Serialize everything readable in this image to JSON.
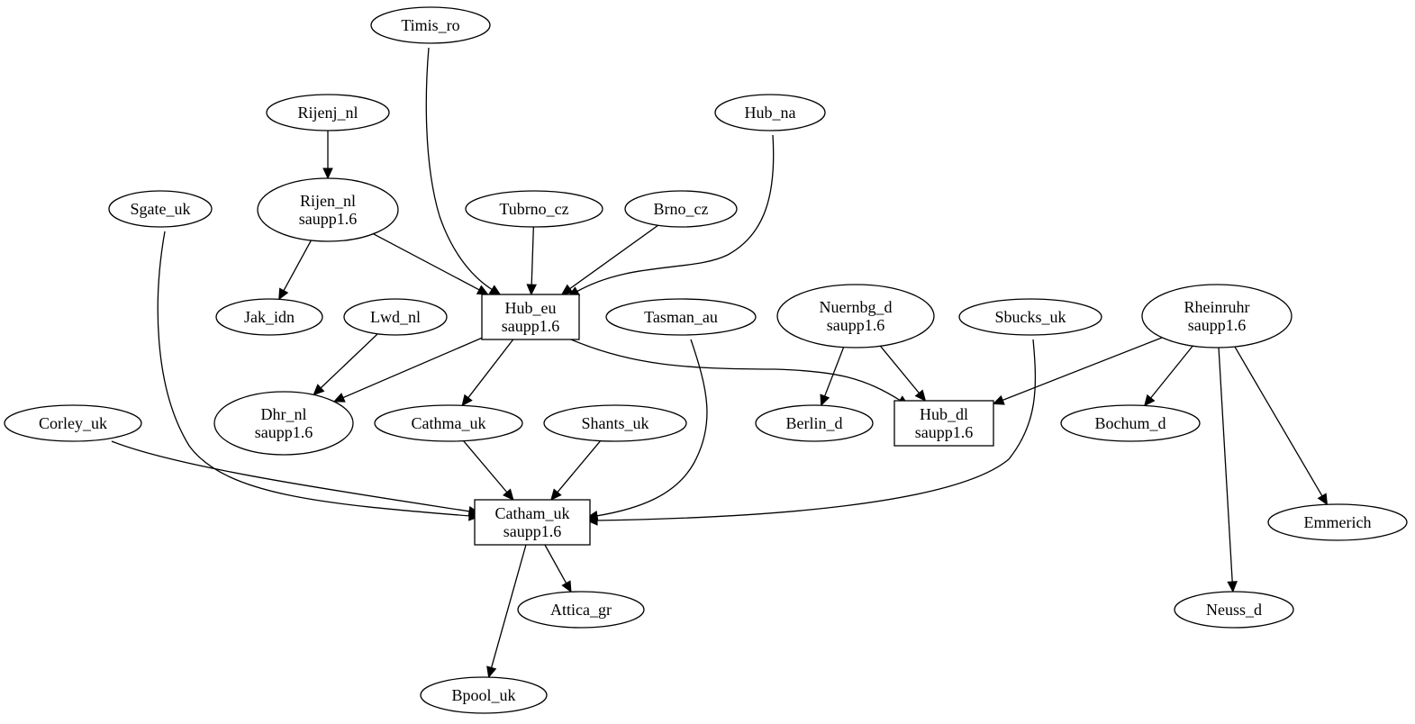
{
  "nodes": {
    "timis_ro": {
      "shape": "ellipse",
      "lines": [
        "Timis_ro"
      ]
    },
    "rijenj_nl": {
      "shape": "ellipse",
      "lines": [
        "Rijenj_nl"
      ]
    },
    "hub_na": {
      "shape": "ellipse",
      "lines": [
        "Hub_na"
      ]
    },
    "sgate_uk": {
      "shape": "ellipse",
      "lines": [
        "Sgate_uk"
      ]
    },
    "rijen_nl": {
      "shape": "ellipse",
      "lines": [
        "Rijen_nl",
        "saupp1.6"
      ]
    },
    "tubrno_cz": {
      "shape": "ellipse",
      "lines": [
        "Tubrno_cz"
      ]
    },
    "brno_cz": {
      "shape": "ellipse",
      "lines": [
        "Brno_cz"
      ]
    },
    "jak_idn": {
      "shape": "ellipse",
      "lines": [
        "Jak_idn"
      ]
    },
    "lwd_nl": {
      "shape": "ellipse",
      "lines": [
        "Lwd_nl"
      ]
    },
    "hub_eu": {
      "shape": "box",
      "lines": [
        "Hub_eu",
        "saupp1.6"
      ]
    },
    "tasman_au": {
      "shape": "ellipse",
      "lines": [
        "Tasman_au"
      ]
    },
    "nuernbg_d": {
      "shape": "ellipse",
      "lines": [
        "Nuernbg_d",
        "saupp1.6"
      ]
    },
    "sbucks_uk": {
      "shape": "ellipse",
      "lines": [
        "Sbucks_uk"
      ]
    },
    "rheinruhr": {
      "shape": "ellipse",
      "lines": [
        "Rheinruhr",
        "saupp1.6"
      ]
    },
    "corley_uk": {
      "shape": "ellipse",
      "lines": [
        "Corley_uk"
      ]
    },
    "dhr_nl": {
      "shape": "ellipse",
      "lines": [
        "Dhr_nl",
        "saupp1.6"
      ]
    },
    "cathma_uk": {
      "shape": "ellipse",
      "lines": [
        "Cathma_uk"
      ]
    },
    "shants_uk": {
      "shape": "ellipse",
      "lines": [
        "Shants_uk"
      ]
    },
    "berlin_d": {
      "shape": "ellipse",
      "lines": [
        "Berlin_d"
      ]
    },
    "hub_dl": {
      "shape": "box",
      "lines": [
        "Hub_dl",
        "saupp1.6"
      ]
    },
    "bochum_d": {
      "shape": "ellipse",
      "lines": [
        "Bochum_d"
      ]
    },
    "catham_uk": {
      "shape": "box",
      "lines": [
        "Catham_uk",
        "saupp1.6"
      ]
    },
    "emmerich": {
      "shape": "ellipse",
      "lines": [
        "Emmerich"
      ]
    },
    "attica_gr": {
      "shape": "ellipse",
      "lines": [
        "Attica_gr"
      ]
    },
    "neuss_d": {
      "shape": "ellipse",
      "lines": [
        "Neuss_d"
      ]
    },
    "bpool_uk": {
      "shape": "ellipse",
      "lines": [
        "Bpool_uk"
      ]
    }
  },
  "edges": [
    {
      "from": "timis_ro",
      "to": "hub_eu"
    },
    {
      "from": "rijenj_nl",
      "to": "rijen_nl"
    },
    {
      "from": "hub_na",
      "to": "hub_eu"
    },
    {
      "from": "rijen_nl",
      "to": "jak_idn"
    },
    {
      "from": "rijen_nl",
      "to": "hub_eu"
    },
    {
      "from": "tubrno_cz",
      "to": "hub_eu"
    },
    {
      "from": "brno_cz",
      "to": "hub_eu"
    },
    {
      "from": "sgate_uk",
      "to": "catham_uk"
    },
    {
      "from": "lwd_nl",
      "to": "dhr_nl"
    },
    {
      "from": "hub_eu",
      "to": "dhr_nl"
    },
    {
      "from": "hub_eu",
      "to": "cathma_uk"
    },
    {
      "from": "hub_eu",
      "to": "hub_dl"
    },
    {
      "from": "tasman_au",
      "to": "catham_uk"
    },
    {
      "from": "nuernbg_d",
      "to": "berlin_d"
    },
    {
      "from": "nuernbg_d",
      "to": "hub_dl"
    },
    {
      "from": "sbucks_uk",
      "to": "catham_uk"
    },
    {
      "from": "rheinruhr",
      "to": "hub_dl"
    },
    {
      "from": "rheinruhr",
      "to": "bochum_d"
    },
    {
      "from": "rheinruhr",
      "to": "emmerich"
    },
    {
      "from": "rheinruhr",
      "to": "neuss_d"
    },
    {
      "from": "corley_uk",
      "to": "catham_uk"
    },
    {
      "from": "cathma_uk",
      "to": "catham_uk"
    },
    {
      "from": "shants_uk",
      "to": "catham_uk"
    },
    {
      "from": "catham_uk",
      "to": "attica_gr"
    },
    {
      "from": "catham_uk",
      "to": "bpool_uk"
    }
  ]
}
